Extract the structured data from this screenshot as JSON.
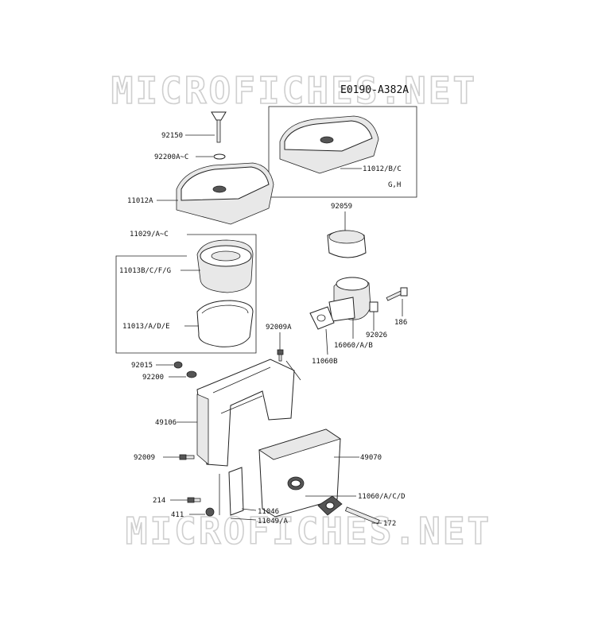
{
  "diagram_code": "E0190-A382A",
  "watermark": "MICROFICHES.NET",
  "colors": {
    "line": "#222222",
    "watermark": "#d9d9d9",
    "fill": "#e8e8e8"
  },
  "parts": {
    "p92150": "92150",
    "p92200ac": "92200A~C",
    "p11012a": "11012A",
    "p11012bc": "11012/B/C",
    "p11012gh": "G,H",
    "p11029ac": "11029/A~C",
    "p11013bcfg": "11013B/C/F/G",
    "p11013ade": "11013/A/D/E",
    "p92059": "92059",
    "p186": "186",
    "p92026": "92026",
    "p16060ab": "16060/A/B",
    "p11060b": "11060B",
    "p92009a": "92009A",
    "p92015": "92015",
    "p92200": "92200",
    "p49106": "49106",
    "p92009": "92009",
    "p49070": "49070",
    "p214": "214",
    "p411": "411",
    "p11046": "11046",
    "p11049a": "11049/A",
    "p11060acd": "11060/A/C/D",
    "p172": "172"
  }
}
